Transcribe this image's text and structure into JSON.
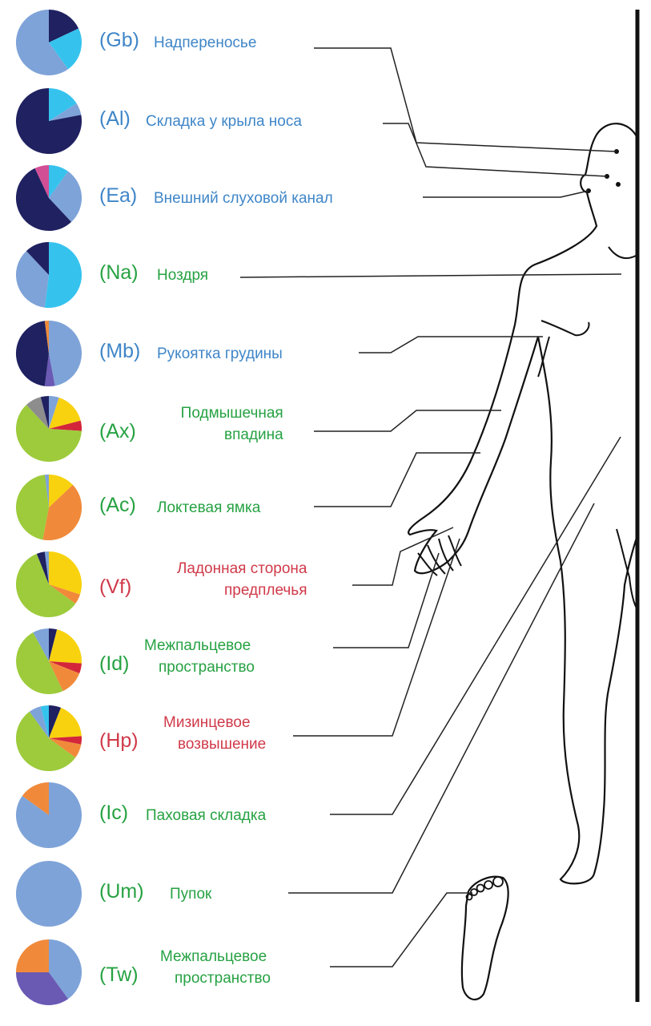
{
  "colors": {
    "blue_text": "#3f86c8",
    "green_text": "#27a243",
    "red_text": "#d03a4a",
    "navy": "#1f2161",
    "light_blue": "#7ea3d8",
    "cyan": "#35c3ee",
    "lime": "#9dcb3b",
    "yellow": "#f8d20e",
    "orange": "#f08a3a",
    "red": "#d3263a",
    "grey": "#8d8d8d",
    "pink": "#d24f96",
    "violet": "#6a5ab4"
  },
  "sites": [
    {
      "code": "(Gb)",
      "lines": [
        "Надпереносье"
      ],
      "color": "blue",
      "pie": [
        [
          "navy",
          0.18
        ],
        [
          "cyan",
          0.22
        ],
        [
          "light_blue",
          0.6
        ]
      ]
    },
    {
      "code": "(Al)",
      "lines": [
        "Складка у крыла носа"
      ],
      "color": "blue",
      "pie": [
        [
          "cyan",
          0.16
        ],
        [
          "light_blue",
          0.06
        ],
        [
          "navy",
          0.78
        ]
      ]
    },
    {
      "code": "(Ea)",
      "lines": [
        "Внешний слуховой канал"
      ],
      "color": "blue",
      "pie": [
        [
          "cyan",
          0.1
        ],
        [
          "light_blue",
          0.28
        ],
        [
          "navy",
          0.55
        ],
        [
          "pink",
          0.07
        ]
      ]
    },
    {
      "code": "(Na)",
      "lines": [
        "Ноздря"
      ],
      "color": "green",
      "pie": [
        [
          "cyan",
          0.52
        ],
        [
          "light_blue",
          0.36
        ],
        [
          "navy",
          0.12
        ]
      ]
    },
    {
      "code": "(Mb)",
      "lines": [
        "Рукоятка грудины"
      ],
      "color": "blue",
      "pie": [
        [
          "light_blue",
          0.47
        ],
        [
          "violet",
          0.05
        ],
        [
          "navy",
          0.46
        ],
        [
          "orange",
          0.02
        ]
      ]
    },
    {
      "code": "(Ax)",
      "lines": [
        "Подмышечная",
        "впадина"
      ],
      "color": "green",
      "pie": [
        [
          "light_blue",
          0.05
        ],
        [
          "yellow",
          0.16
        ],
        [
          "red",
          0.05
        ],
        [
          "lime",
          0.62
        ],
        [
          "grey",
          0.08
        ],
        [
          "navy",
          0.04
        ]
      ]
    },
    {
      "code": "(Ac)",
      "lines": [
        "Локтевая ямка"
      ],
      "color": "green",
      "pie": [
        [
          "yellow",
          0.13
        ],
        [
          "orange",
          0.4
        ],
        [
          "lime",
          0.45
        ],
        [
          "light_blue",
          0.02
        ]
      ]
    },
    {
      "code": "(Vf)",
      "lines": [
        "Ладонная сторона",
        "предплечья"
      ],
      "color": "red",
      "pie": [
        [
          "yellow",
          0.3
        ],
        [
          "orange",
          0.05
        ],
        [
          "lime",
          0.59
        ],
        [
          "navy",
          0.04
        ],
        [
          "light_blue",
          0.02
        ]
      ]
    },
    {
      "code": "(Id)",
      "lines": [
        "Межпальцевое",
        "пространство"
      ],
      "color": "green",
      "pie": [
        [
          "navy",
          0.04
        ],
        [
          "yellow",
          0.22
        ],
        [
          "red",
          0.05
        ],
        [
          "orange",
          0.12
        ],
        [
          "lime",
          0.49
        ],
        [
          "light_blue",
          0.08
        ]
      ]
    },
    {
      "code": "(Hp)",
      "lines": [
        "Мизинцевое",
        "возвышение"
      ],
      "color": "red",
      "pie": [
        [
          "navy",
          0.06
        ],
        [
          "yellow",
          0.18
        ],
        [
          "red",
          0.04
        ],
        [
          "orange",
          0.07
        ],
        [
          "lime",
          0.55
        ],
        [
          "light_blue",
          0.06
        ],
        [
          "cyan",
          0.04
        ]
      ]
    },
    {
      "code": "(Ic)",
      "lines": [
        "Паховая складка"
      ],
      "color": "green",
      "pie": [
        [
          "light_blue",
          0.85
        ],
        [
          "orange",
          0.15
        ]
      ]
    },
    {
      "code": "(Um)",
      "lines": [
        "Пупок"
      ],
      "color": "green",
      "pie": [
        [
          "light_blue",
          1.0
        ]
      ]
    },
    {
      "code": "(Tw)",
      "lines": [
        "Межпальцевое",
        "пространство"
      ],
      "color": "green",
      "pie": [
        [
          "light_blue",
          0.4
        ],
        [
          "violet",
          0.35
        ],
        [
          "orange",
          0.25
        ]
      ]
    }
  ]
}
